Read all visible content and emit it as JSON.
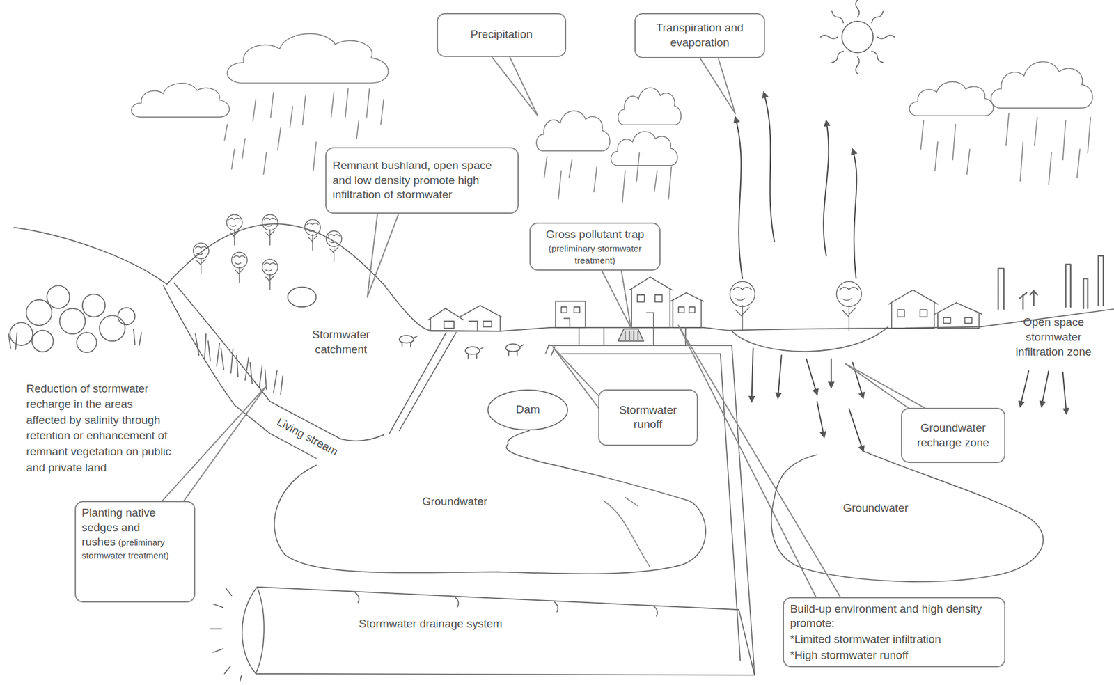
{
  "diagram": {
    "nodes": [
      {
        "text": [
          "Precipitation"
        ]
      },
      {
        "text": [
          "Transpiration and evaporation"
        ]
      },
      {
        "text": [
          "Remnant bushland, open space and low density promote high infiltration of stormwater"
        ]
      },
      {
        "text": [
          "Gross pollutant trap",
          "(preliminary stormwater treatment)"
        ]
      },
      {
        "text": [
          "Stormwater runoff"
        ]
      },
      {
        "text": [
          "Dam"
        ]
      },
      {
        "text": [
          "Groundwater recharge zone"
        ]
      },
      {
        "text": [
          "Planting native sedges and rushes",
          "(preliminary stormwater treatment)"
        ]
      },
      {
        "text": [
          "Groundwater"
        ]
      },
      {
        "text": [
          "Groundwater"
        ]
      },
      {
        "text": [
          "Stormwater drainage system"
        ]
      },
      {
        "text": [
          "Build-up environment and high density promote:",
          "*Limited stormwater infiltration",
          "*High stormwater runoff"
        ]
      }
    ],
    "labels": [
      "Stormwater catchment",
      "Reduction of stormwater recharge in the areas affected by salinity through retention or enhancement of remnant vegetation on public and private land",
      "Living stream",
      "Open space stormwater infiltration zone"
    ]
  }
}
